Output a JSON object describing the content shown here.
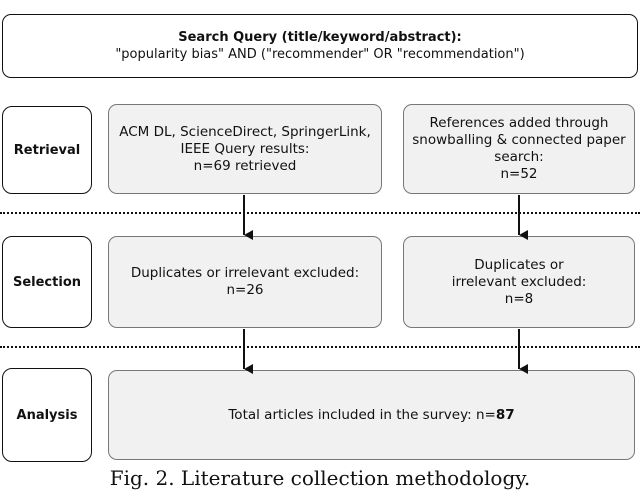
{
  "query": {
    "title": "Search Query (title/keyword/abstract):",
    "text": "\"popularity bias\" AND (\"recommender\" OR \"recommendation\")"
  },
  "stages": {
    "retrieval": "Retrieval",
    "selection": "Selection",
    "analysis": "Analysis"
  },
  "retrieval": {
    "left": [
      "ACM DL, ScienceDirect, SpringerLink,",
      "IEEE Query results:",
      "n=69 retrieved"
    ],
    "right": [
      "References added through",
      "snowballing & connected paper",
      "search:",
      "n=52"
    ]
  },
  "selection": {
    "left": [
      "Duplicates or irrelevant excluded:",
      "n=26"
    ],
    "right": [
      "Duplicates or",
      "irrelevant excluded:",
      "n=8"
    ]
  },
  "analysis": {
    "text": "Total articles included in the survey: n=",
    "total": "87"
  },
  "caption": "Fig. 2. Literature collection methodology."
}
